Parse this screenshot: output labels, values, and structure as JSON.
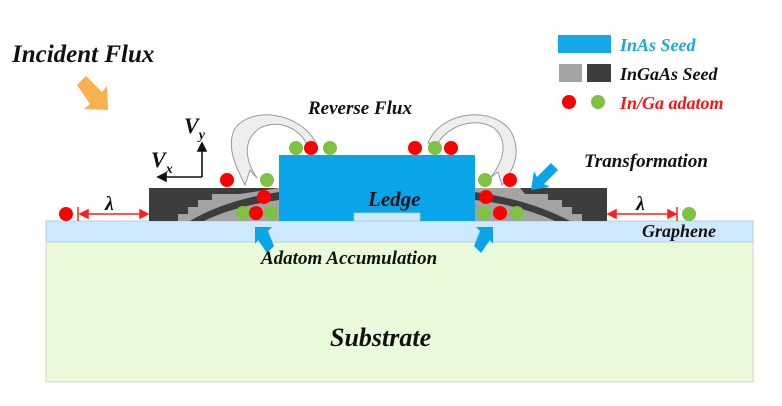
{
  "labels": {
    "incident_flux": "Incident Flux",
    "reverse_flux": "Reverse Flux",
    "transformation": "Transformation",
    "ledge": "Ledge",
    "graphene": "Graphene",
    "adatom_accumulation": "Adatom Accumulation",
    "substrate": "Substrate",
    "lambda_left": "λ",
    "lambda_right": "λ",
    "vy_main": "V",
    "vy_sub": "y",
    "vx_main": "V",
    "vx_sub": "x"
  },
  "legend": [
    {
      "label": "InAs Seed",
      "swatch": "inas",
      "color": "#16a8e6"
    },
    {
      "label": "InGaAs Seed",
      "swatch": "ingaas",
      "color": "#111111"
    },
    {
      "label": "In/Ga adatom",
      "swatch": "adatom",
      "color": "#ff1111"
    }
  ],
  "colors": {
    "inas": "#0aa5e8",
    "ingaas_light": "#a3a3a3",
    "ingaas_dark": "#3d3d3d",
    "in_adatom": "#ff0000",
    "ga_adatom": "#7dc242",
    "graphene": "#cde9fb",
    "substrate": "#eafbdc",
    "incident_arrow": "#f6b24e",
    "blue_arrow": "#0aa5e8",
    "lambda": "#ff1e1e"
  }
}
